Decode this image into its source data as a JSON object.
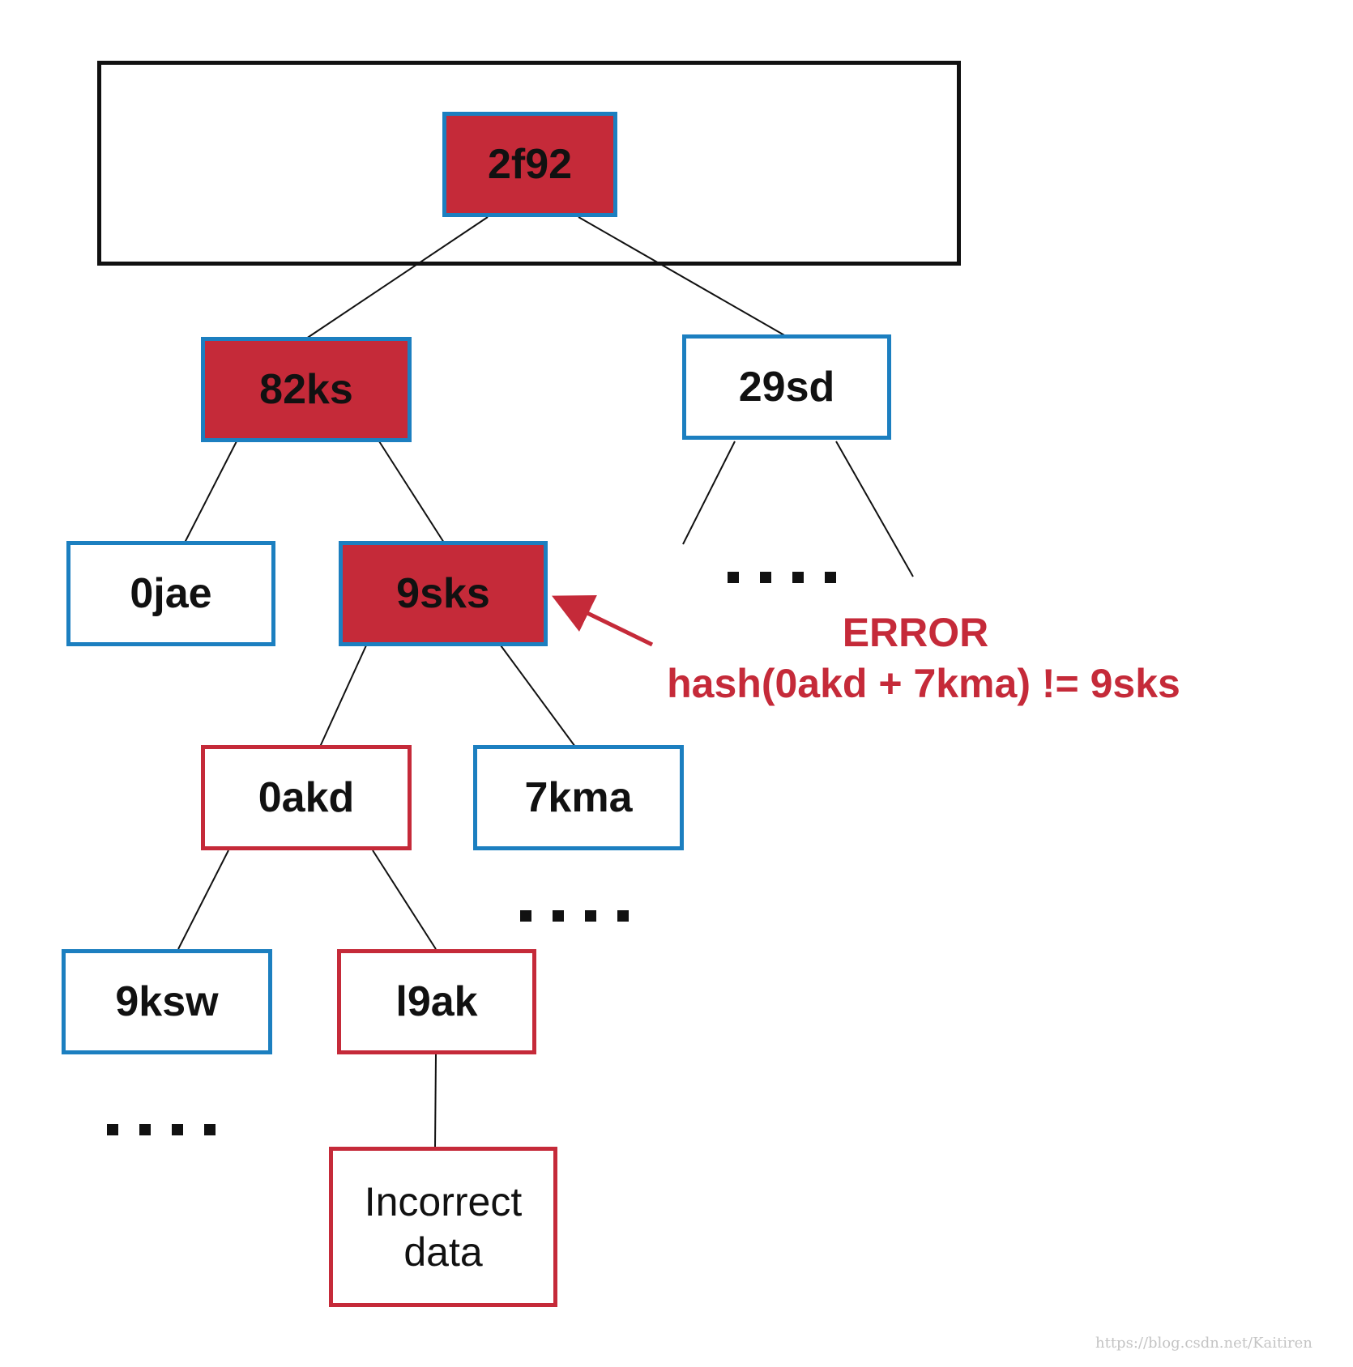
{
  "nodes": {
    "root": "2f92",
    "left": "82ks",
    "right": "29sd",
    "left_left": "0jae",
    "left_right": "9sks",
    "lr_left": "0akd",
    "lr_right": "7kma",
    "lrl_left": "9ksw",
    "lrl_right": "l9ak",
    "leaf_data": "Incorrect\ndata"
  },
  "error": {
    "title": "ERROR",
    "detail": "hash(0akd + 7kma) != 9sks"
  },
  "watermark": "https://blog.csdn.net/Kaitiren",
  "colors": {
    "highlight_red": "#c52a39",
    "node_blue": "#1c7fc0",
    "text_black": "#111111"
  }
}
